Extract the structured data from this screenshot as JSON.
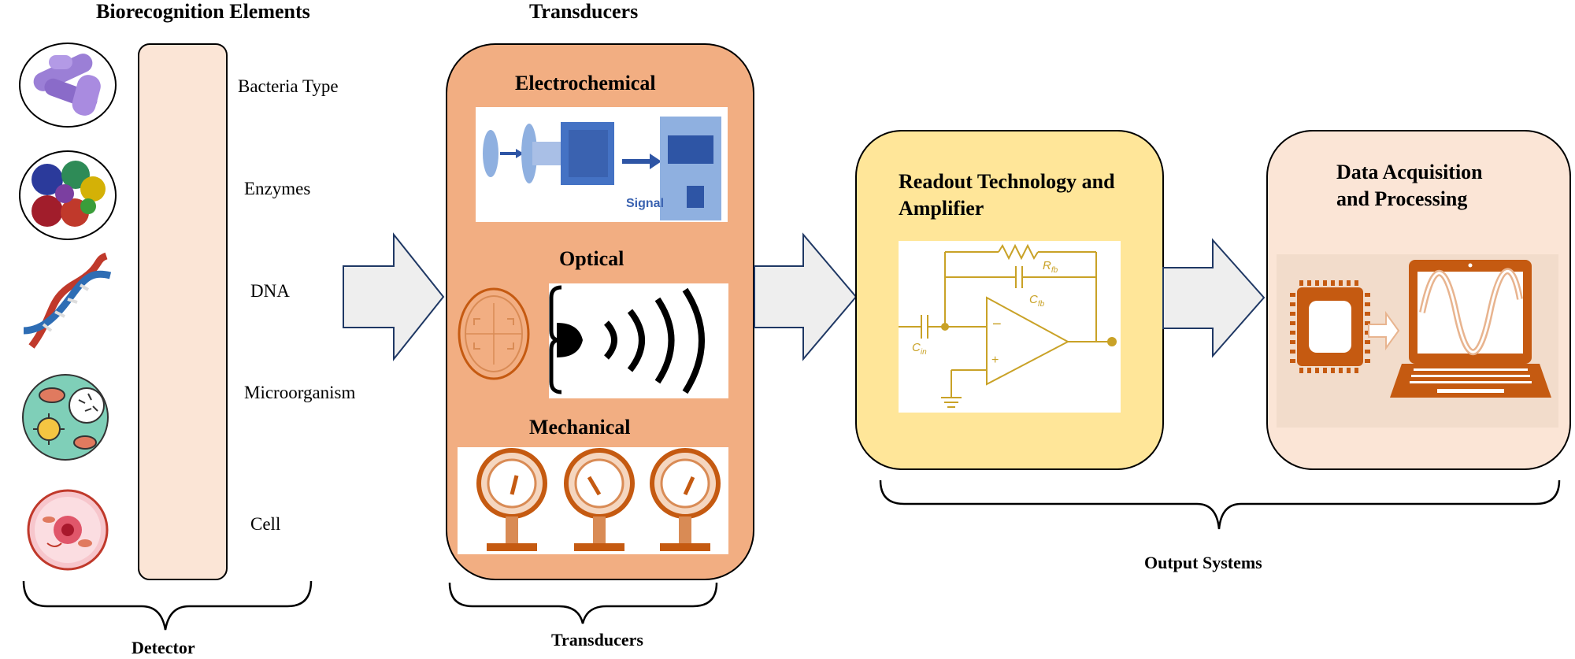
{
  "headings": {
    "biorecognition": "Biorecognition Elements",
    "transducers_top": "Transducers"
  },
  "bio_items": [
    {
      "label": "Bacteria Type",
      "icon": "bacteria-icon"
    },
    {
      "label": "Enzymes",
      "icon": "enzyme-icon"
    },
    {
      "label": "DNA",
      "icon": "dna-icon"
    },
    {
      "label": "Microorganism",
      "icon": "microorganism-icon"
    },
    {
      "label": "Cell",
      "icon": "cell-icon"
    }
  ],
  "transducer_types": {
    "electrochemical": "Electrochemical",
    "signal": "Signal",
    "optical": "Optical",
    "mechanical": "Mechanical"
  },
  "readout": {
    "title_line1": "Readout Technology and",
    "title_line2": "Amplifier",
    "r_label": "R",
    "r_sub": "fb",
    "c_label": "C",
    "c_sub": "fb",
    "cin_label": "C",
    "cin_sub": "in"
  },
  "data_acq": {
    "title_line1": "Data Acquisition",
    "title_line2": "and Processing"
  },
  "brackets": {
    "detector": "Detector",
    "transducers": "Transducers",
    "output": "Output Systems"
  },
  "colors": {
    "transducer_fill": "#f2ae82",
    "bio_bar": "#fbe5d6",
    "readout_fill": "#ffe699",
    "data_fill": "#fbe5d6",
    "arrow_fill": "#eeeeee",
    "arrow_stroke": "#1f3864",
    "accent_brown": "#c55a11",
    "circuit_gold": "#c9a227",
    "blue": "#4472c4"
  }
}
